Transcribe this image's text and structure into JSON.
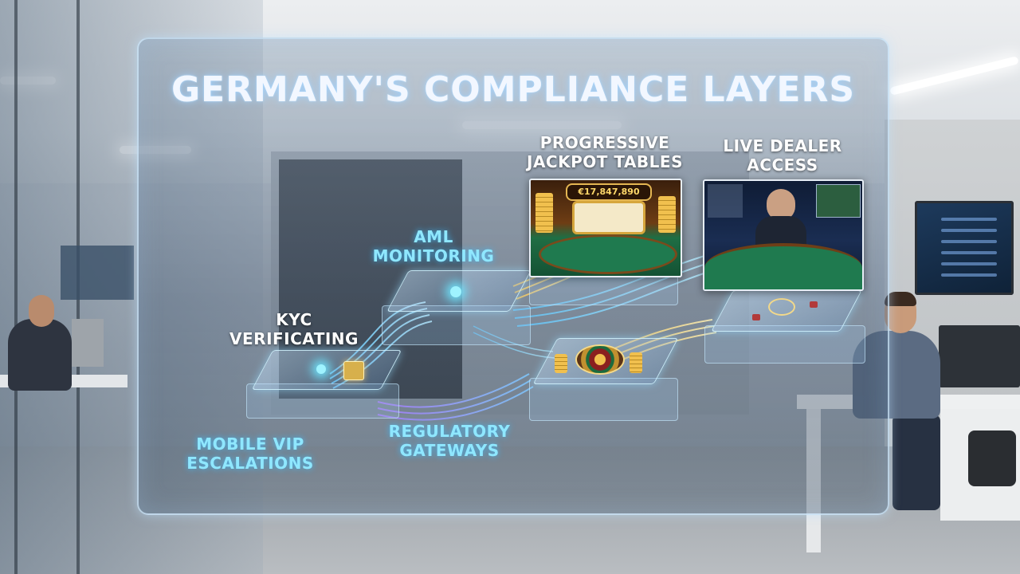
{
  "title": "GERMANY'S COMPLIANCE LAYERS",
  "layers": {
    "kyc": [
      "KYC",
      "VERIFICATING"
    ],
    "aml": [
      "AML",
      "MONITORING"
    ],
    "mobile_vip": [
      "MOBILE VIP",
      "ESCALATIONS"
    ],
    "regulatory": [
      "REGULATORY",
      "GATEWAYS"
    ],
    "jackpot": [
      "PROGRESSIVE",
      "JACKPOT TABLES"
    ],
    "live_dealer": [
      "LIVE DEALER",
      "ACCESS"
    ]
  },
  "jackpot_amount": "€17,847,890",
  "colors": {
    "label_cyan": "#8fe7ff",
    "label_white": "#ffffff",
    "stream_blue": "#5fc8ff",
    "stream_gold": "#f5c65a",
    "stream_purple": "#a87bff",
    "felt_green": "#1f7a4f"
  }
}
